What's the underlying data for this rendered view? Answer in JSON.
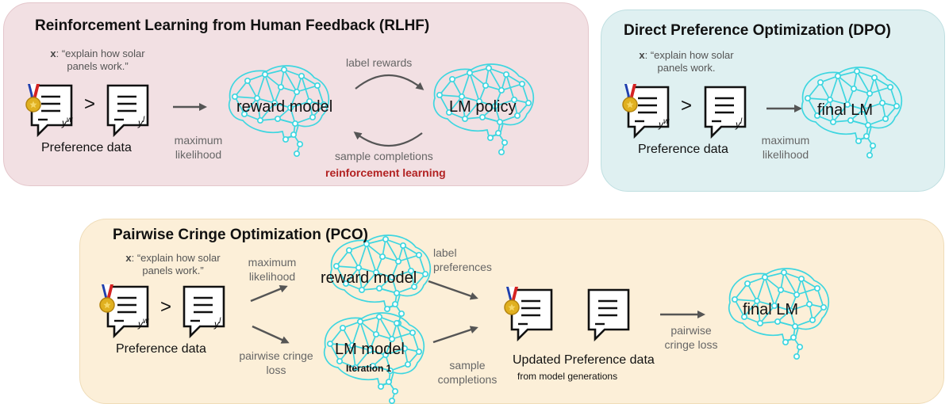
{
  "rlhf": {
    "title": "Reinforcement Learning from Human Feedback (RLHF)",
    "prompt_var": "x",
    "prompt_text": ": “explain how solar panels work.”",
    "preference_label": "Preference data",
    "arrow_label": "maximum likelihood",
    "reward_model": "reward model",
    "lm_policy": "LM policy",
    "label_rewards": "label rewards",
    "sample_completions": "sample completions",
    "rl_label": "reinforcement learning"
  },
  "dpo": {
    "title": "Direct Preference Optimization (DPO)",
    "prompt_var": "x",
    "prompt_text": ": “explain how solar panels work.",
    "preference_label": "Preference data",
    "arrow_label": "maximum likelihood",
    "final_lm": "final LM"
  },
  "pco": {
    "title": "Pairwise Cringe Optimization (PCO)",
    "prompt_var": "x",
    "prompt_text": ": “explain how solar panels work.”",
    "preference_label": "Preference data",
    "max_likelihood": "maximum likelihood",
    "pairwise_loss": "pairwise cringe loss",
    "reward_model": "reward model",
    "lm_model": "LM model",
    "iteration": "Iteration 1",
    "label_preferences": "label preferences",
    "sample_completions": "sample completions",
    "updated_label": "Updated Preference data",
    "updated_sub": "from model generations",
    "final_arrow_label": "pairwise cringe loss",
    "final_lm": "final LM"
  },
  "symbols": {
    "greater": ">",
    "yw": "y",
    "yw_sup": "w",
    "yl": "y",
    "yl_sup": "l"
  },
  "colors": {
    "brain": "#3ed6e0",
    "rl_red": "#b22222",
    "rlhf_bg": "#f2e0e3",
    "dpo_bg": "#dff0f1",
    "pco_bg": "#fcefd8"
  },
  "icons": [
    "medal-icon",
    "document-icon",
    "brain-network-icon",
    "arrow-icon"
  ]
}
